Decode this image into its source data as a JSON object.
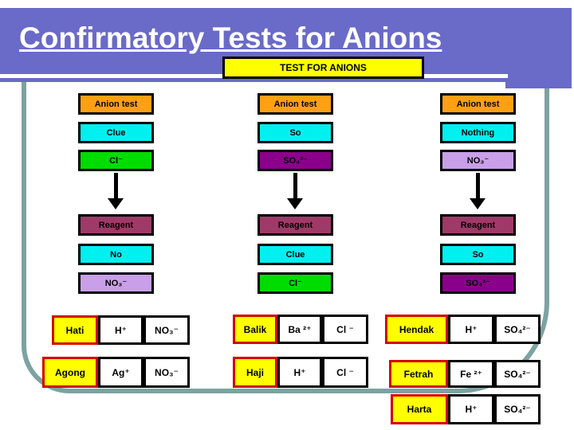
{
  "slide": {
    "title": "Confirmatory Tests for Anions",
    "banner": "TEST FOR ANIONS"
  },
  "palette": {
    "header_band": "#6A6AC8",
    "frame_teal": "#7CA3A1",
    "anion_test_orange": "#FFA013",
    "clue_cyan": "#00F0F0",
    "chloride_green": "#00DC00",
    "reagent_plum": "#9E3A67",
    "sulfate_purple": "#8B008B",
    "nitrate_lavender": "#C89FE8",
    "mnemonic_yellow": "#FFFF00",
    "mnemonic_border_red": "#D40000"
  },
  "flow_columns": [
    {
      "steps": [
        "Anion test",
        "Clue",
        "Cl⁻",
        "Reagent",
        "No",
        "NO₃⁻"
      ]
    },
    {
      "steps": [
        "Anion test",
        "So",
        "SO₄²⁻",
        "Reagent",
        "Clue",
        "Cl⁻"
      ]
    },
    {
      "steps": [
        "Anion test",
        "Nothing",
        "NO₃⁻",
        "Reagent",
        "So",
        "SO₄²⁻"
      ]
    }
  ],
  "mnemonic_rows": [
    {
      "name": "Hati",
      "cation": "H⁺",
      "anion": "NO₃⁻"
    },
    {
      "name": "Agong",
      "cation": "Ag⁺",
      "anion": "NO₃⁻"
    },
    {
      "name": "Balik",
      "cation": "Ba ²⁺",
      "anion": "Cl ⁻"
    },
    {
      "name": "Haji",
      "cation": "H⁺",
      "anion": "Cl ⁻"
    },
    {
      "name": "Hendak",
      "cation": "H⁺",
      "anion": "SO₄²⁻"
    },
    {
      "name": "Fetrah",
      "cation": "Fe ²⁺",
      "anion": "SO₄²⁻"
    },
    {
      "name": "Harta",
      "cation": "H⁺",
      "anion": "SO₄²⁻"
    }
  ]
}
